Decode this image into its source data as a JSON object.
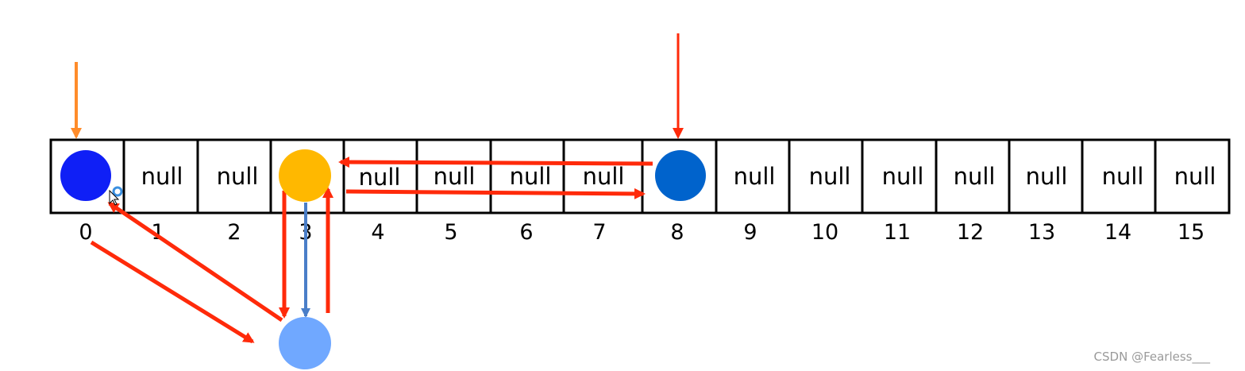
{
  "array": {
    "cells": [
      "",
      "null",
      "null",
      "",
      "null",
      "null",
      "null",
      "null",
      "",
      "null",
      "null",
      "null",
      "null",
      "null",
      "null",
      "null"
    ],
    "indices": [
      "0",
      "1",
      "2",
      "3",
      "4",
      "5",
      "6",
      "7",
      "8",
      "9",
      "10",
      "11",
      "12",
      "13",
      "14",
      "15"
    ]
  },
  "nodes": [
    {
      "name": "node-index-0",
      "color": "#0f1ff6"
    },
    {
      "name": "node-index-3",
      "color": "#ffb800"
    },
    {
      "name": "node-index-8",
      "color": "#0063cc"
    },
    {
      "name": "node-below-index-3",
      "color": "#70a8ff"
    }
  ],
  "colors": {
    "arrow_red": "#ff2a0a",
    "arrow_orange": "#ff8c2a",
    "arrow_blue": "#4a7ec8",
    "grid": "#000000"
  },
  "watermark": "CSDN @Fearless___"
}
